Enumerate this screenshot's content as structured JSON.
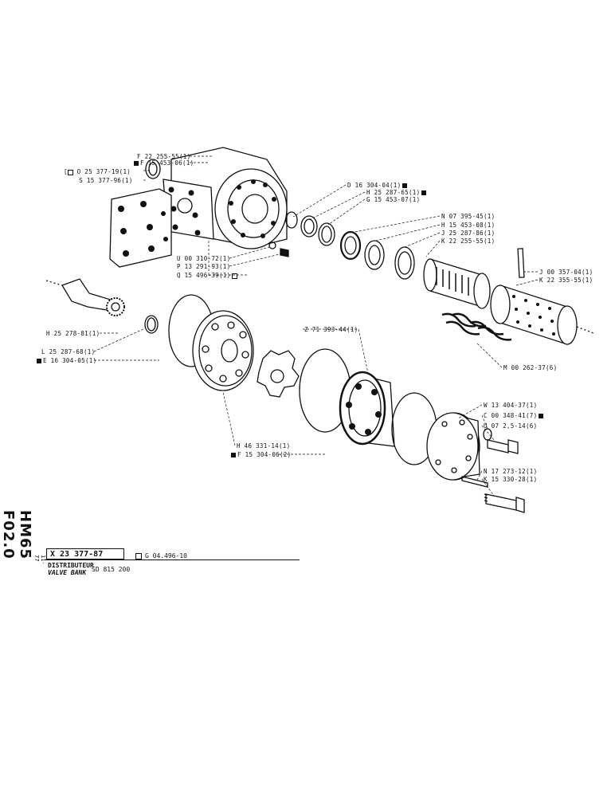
{
  "side_code": {
    "code": "HM65 F02.0",
    "date": "11-77"
  },
  "title_block": {
    "reference": "X 23 377-87",
    "drawing_no": "G 04.496-10",
    "title_fr": "DISTRIBUTEUR",
    "title_en": "VALVE BANK",
    "model": "SD 815 200"
  },
  "callouts": [
    {
      "id": "c1",
      "text": "F 22 255-55(1)",
      "marker": ""
    },
    {
      "id": "c2",
      "text": "F 15 453-06(1)",
      "marker": "filled"
    },
    {
      "id": "c3",
      "text": "O 25 377-19(1)",
      "marker": "bracket"
    },
    {
      "id": "c4",
      "text": "S 15 377-96(1)",
      "marker": "bracket"
    },
    {
      "id": "c5",
      "text": "D 16 304-04(1)",
      "marker": "filled-after"
    },
    {
      "id": "c6",
      "text": "H 25 287-65(1)",
      "marker": "filled-after"
    },
    {
      "id": "c7",
      "text": "G 15 453-07(1)",
      "marker": ""
    },
    {
      "id": "c8",
      "text": "N 07 395-45(1)",
      "marker": ""
    },
    {
      "id": "c9",
      "text": "H 15 453-08(1)",
      "marker": ""
    },
    {
      "id": "c10",
      "text": "J 25 287-86(1)",
      "marker": ""
    },
    {
      "id": "c11",
      "text": "K 22 255-55(1)",
      "marker": ""
    },
    {
      "id": "c12",
      "text": "U 00 310-72(1)",
      "marker": ""
    },
    {
      "id": "c13",
      "text": "P 13 291-93(1)",
      "marker": ""
    },
    {
      "id": "c14",
      "text": "Q 15 496-39(1)",
      "marker": "open-after"
    },
    {
      "id": "c15",
      "text": "J 00 357-04(1)",
      "marker": ""
    },
    {
      "id": "c16",
      "text": "K 22 355-55(1)",
      "marker": ""
    },
    {
      "id": "c17",
      "text": "H 25 278-81(1)",
      "marker": ""
    },
    {
      "id": "c18",
      "text": "L 25 287-68(1)",
      "marker": ""
    },
    {
      "id": "c19",
      "text": "E 16 304-05(1)",
      "marker": "filled"
    },
    {
      "id": "c20",
      "text": "Z 71 393-44(1)",
      "marker": ""
    },
    {
      "id": "c21",
      "text": "M 00 262-37(6)",
      "marker": ""
    },
    {
      "id": "c22",
      "text": "W 13 404-37(1)",
      "marker": ""
    },
    {
      "id": "c23",
      "text": "C 00 348-41(7)",
      "marker": "filled-after"
    },
    {
      "id": "c24",
      "text": "U 07 2,5-14(6)",
      "marker": ""
    },
    {
      "id": "c25",
      "text": "H 46 331-14(1)",
      "marker": ""
    },
    {
      "id": "c26",
      "text": "F 15 304-06(2)",
      "marker": "filled"
    },
    {
      "id": "c27",
      "text": "N 17 273-12(1)",
      "marker": ""
    },
    {
      "id": "c28",
      "text": "K 15 330-28(1)",
      "marker": ""
    }
  ]
}
